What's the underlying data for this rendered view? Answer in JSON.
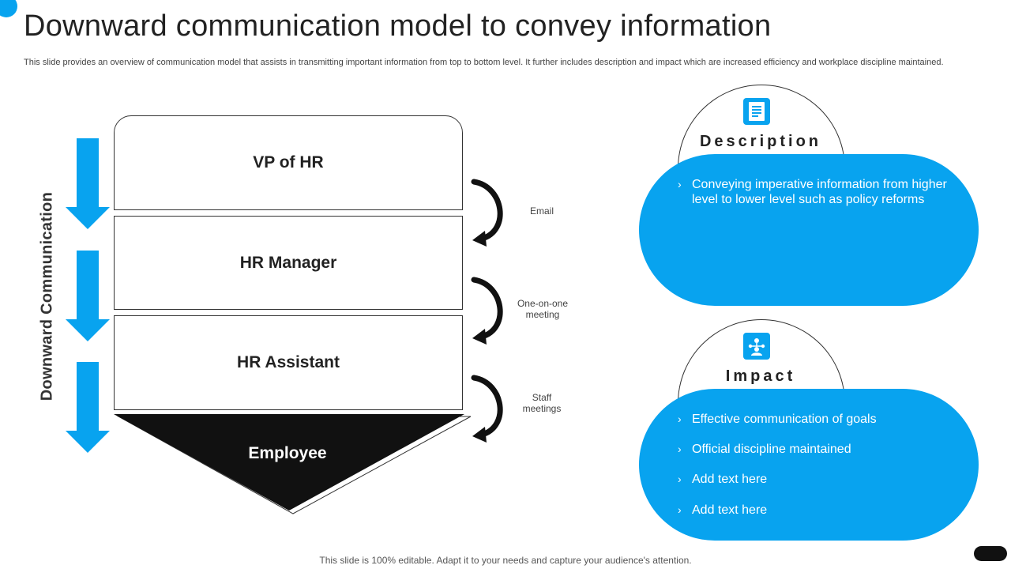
{
  "slide": {
    "title": "Downward communication model to convey information",
    "subtitle": "This slide provides an overview of communication model that assists in transmitting important information from top to bottom level. It further includes description and impact which are increased efficiency and workplace discipline maintained.",
    "footer": "This slide is 100% editable. Adapt it to your needs and capture your audience's attention."
  },
  "hierarchy": {
    "side_label": "Downward Communication",
    "levels": [
      "VP of HR",
      "HR Manager",
      "HR Assistant",
      "Employee"
    ],
    "channels": [
      "Email",
      "One-on-one meeting",
      "Staff meetings"
    ]
  },
  "description": {
    "title": "Description",
    "icon": "document-icon",
    "bullets": [
      "Conveying imperative information from higher level to lower level such as policy reforms"
    ]
  },
  "impact": {
    "title": "Impact",
    "icon": "network-people-icon",
    "bullets": [
      "Effective communication of goals",
      "Official discipline maintained",
      "Add text here",
      "Add text here"
    ]
  },
  "colors": {
    "accent": "#08a3ef",
    "dark": "#111111"
  }
}
